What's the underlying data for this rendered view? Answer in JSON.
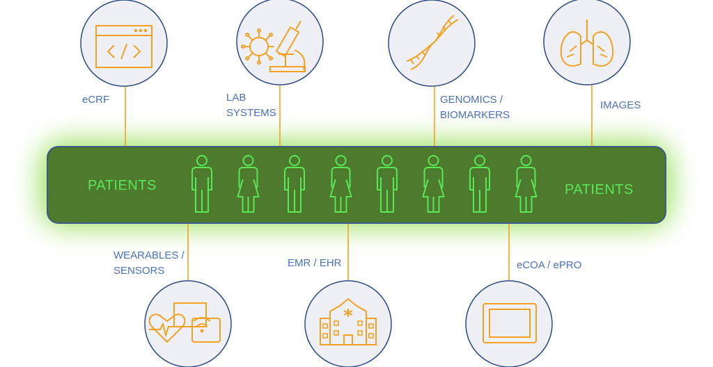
{
  "colors": {
    "band_fill": "#4e7a2e",
    "band_border": "#3a5a8a",
    "glow": "#9ae05a",
    "person": "#58e858",
    "icon": "#f5a020",
    "connector": "#f5a020",
    "circle_fill": "#eef0f6",
    "circle_border": "#2a4a86",
    "label": "#4a70c0"
  },
  "band": {
    "left_label": "PATIENTS",
    "right_label": "PATIENTS"
  },
  "top_sources": [
    {
      "label": "eCRF",
      "icon": "code-window-icon"
    },
    {
      "label": "LAB\nSYSTEMS",
      "icon": "microscope-virus-icon"
    },
    {
      "label": "GENOMICS /\nBIOMARKERS",
      "icon": "dna-icon"
    },
    {
      "label": "IMAGES",
      "icon": "lungs-icon"
    }
  ],
  "bottom_sources": [
    {
      "label": "WEARABLES /\nSENSORS",
      "icon": "heart-wearable-icon"
    },
    {
      "label": "EMR / EHR",
      "icon": "hospital-icon"
    },
    {
      "label": "eCOA / ePRO",
      "icon": "tablet-icon"
    }
  ],
  "patients": [
    "male",
    "female",
    "male",
    "female",
    "male",
    "female",
    "male",
    "female"
  ]
}
